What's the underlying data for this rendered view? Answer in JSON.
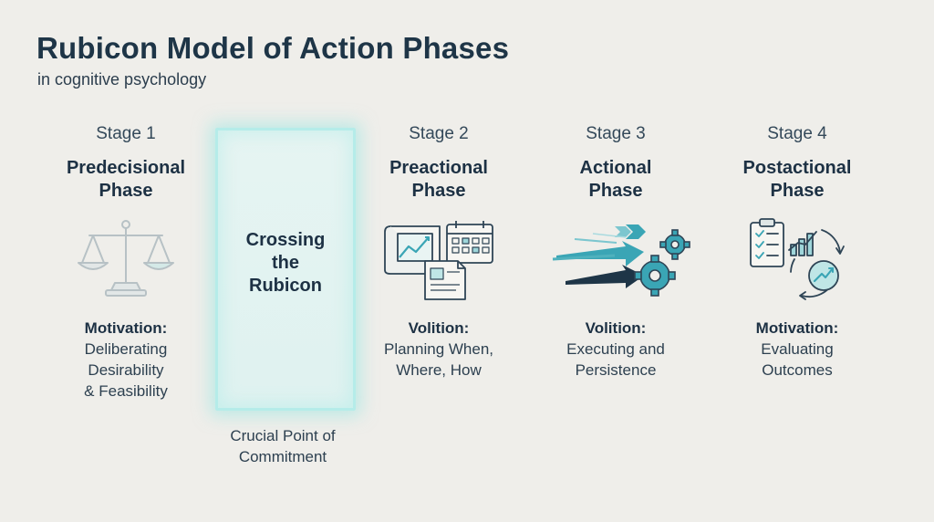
{
  "title": "Rubicon Model of Action Phases",
  "subtitle": "in cognitive psychology",
  "stages": [
    {
      "stage": "Stage 1",
      "phase_line1": "Predecisional",
      "phase_line2": "Phase",
      "caption_head": "Motivation:",
      "caption_line1": "Deliberating",
      "caption_line2": "Desirability",
      "caption_line3": "& Feasibility",
      "icon": "balance-scale-icon"
    },
    {
      "stage": "Stage 2",
      "phase_line1": "Preactional",
      "phase_line2": "Phase",
      "caption_head": "Volition:",
      "caption_line1": "Planning When,",
      "caption_line2": "Where, How",
      "icon": "planning-documents-calendar-icon"
    },
    {
      "stage": "Stage 3",
      "phase_line1": "Actional",
      "phase_line2": "Phase",
      "caption_head": "Volition:",
      "caption_line1": "Executing and",
      "caption_line2": "Persistence",
      "icon": "arrows-gears-icon"
    },
    {
      "stage": "Stage 4",
      "phase_line1": "Postactional",
      "phase_line2": "Phase",
      "caption_head": "Motivation:",
      "caption_line1": "Evaluating",
      "caption_line2": "Outcomes",
      "icon": "clipboard-chart-cycle-icon"
    }
  ],
  "rubicon": {
    "line1": "Crossing",
    "line2": "the",
    "line3": "Rubicon"
  },
  "commitment": {
    "line1": "Crucial Point of",
    "line2": "Commitment"
  },
  "colors": {
    "accent": "#3aa5b5",
    "highlight": "#b5ece9",
    "text": "#1e3547",
    "background": "#efeeea"
  }
}
